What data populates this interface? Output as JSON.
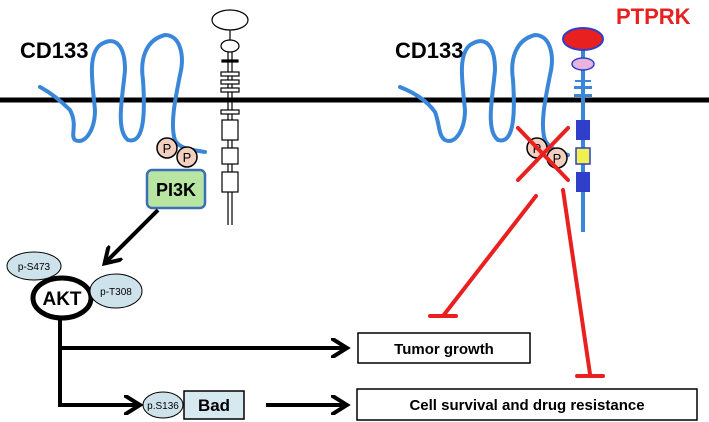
{
  "left_panel": {
    "cd133_label": "CD133",
    "pi3k_label": "PI3K",
    "phospho_label": "P",
    "akt_label": "AKT",
    "akt_sites": [
      "p-S473",
      "p-T308"
    ],
    "bad_site": "p.S136",
    "bad_label": "Bad"
  },
  "right_panel": {
    "cd133_label": "CD133",
    "ptprk_label": "PTPRK",
    "phospho_label": "P"
  },
  "outcomes": {
    "tumor_growth": "Tumor growth",
    "cell_survival": "Cell survival and drug resistance"
  },
  "colors": {
    "cd133_line": "#3a86d8",
    "ptprk_red": "#e82020",
    "inhibition_red": "#e82020",
    "pi3k_fill": "#b9e5a2",
    "pi3k_border": "#3a6fb5",
    "phospho_fill": "#f2d0c0",
    "site_fill": "#cde2ea",
    "bad_fill": "#d6e8f0",
    "ptprk_pink": "#e8b4dc",
    "ptprk_blue": "#2f3fc9",
    "ptprk_yellow": "#f0f050"
  }
}
